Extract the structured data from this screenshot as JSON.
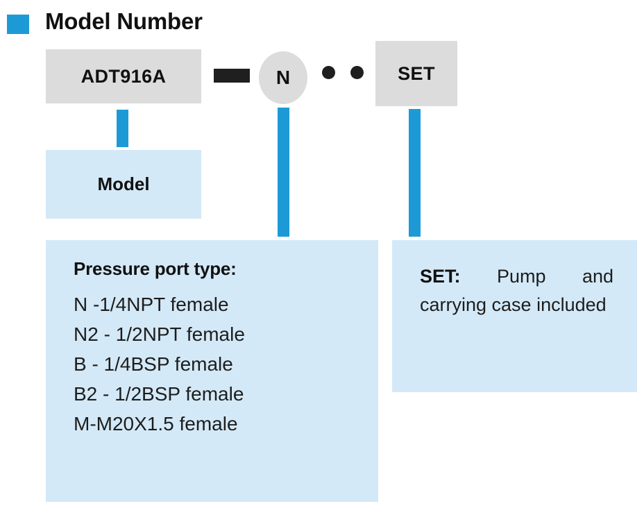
{
  "header": {
    "bullet_color": "#1d9ad6",
    "title": "Model Number"
  },
  "model_code": {
    "model_segment": "ADT916A",
    "separator": "dash",
    "port_segment": "N",
    "dot_1": "dot",
    "dot_2": "dot",
    "set_segment": "SET"
  },
  "callouts": {
    "model": {
      "title": "Model"
    },
    "pressure_port": {
      "heading": "Pressure port type:",
      "options": [
        "N -1/4NPT female",
        "N2 - 1/2NPT female",
        "B - 1/4BSP female",
        "B2 - 1/2BSP female",
        "M-M20X1.5 female"
      ]
    },
    "set": {
      "label": "SET:",
      "description": " Pump and carrying case included"
    }
  },
  "colors": {
    "accent_blue": "#1d9ad6",
    "callout_fill": "#d4e9f7",
    "code_box_fill": "#dcdcdc",
    "ink": "#1a1a1a"
  }
}
